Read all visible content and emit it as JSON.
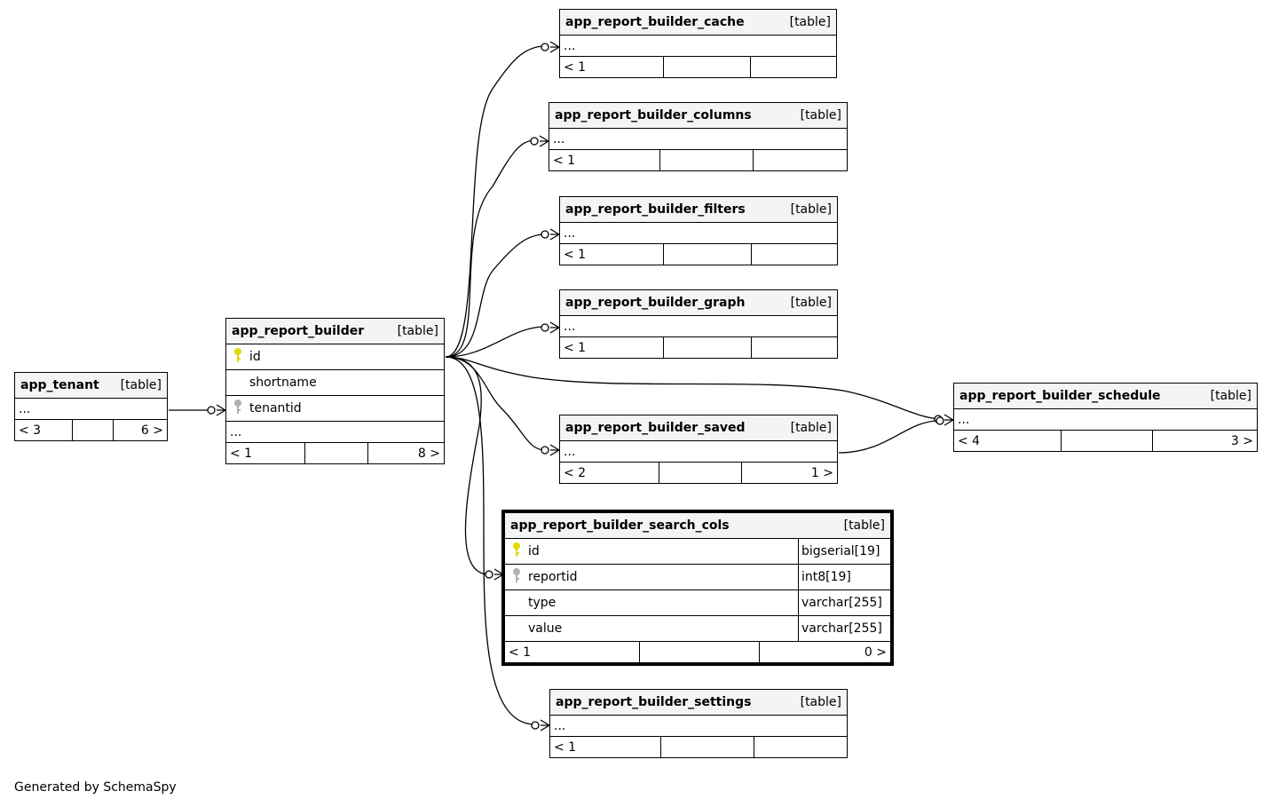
{
  "footer_text": "Generated by SchemaSpy",
  "tag": "[table]",
  "ellipsis": "...",
  "tables": {
    "cache": {
      "name": "app_report_builder_cache",
      "foot_left": "< 1",
      "foot_right": ""
    },
    "columns": {
      "name": "app_report_builder_columns",
      "foot_left": "< 1",
      "foot_right": ""
    },
    "filters": {
      "name": "app_report_builder_filters",
      "foot_left": "< 1",
      "foot_right": ""
    },
    "graph": {
      "name": "app_report_builder_graph",
      "foot_left": "< 1",
      "foot_right": ""
    },
    "builder": {
      "name": "app_report_builder",
      "foot_left": "< 1",
      "foot_right": "8 >",
      "columns": [
        {
          "name": "id",
          "key": "primary"
        },
        {
          "name": "shortname",
          "key": ""
        },
        {
          "name": "tenantid",
          "key": "foreign"
        }
      ]
    },
    "tenant": {
      "name": "app_tenant",
      "foot_left": "< 3",
      "foot_right": "6 >"
    },
    "saved": {
      "name": "app_report_builder_saved",
      "foot_left": "< 2",
      "foot_right": "1 >"
    },
    "schedule": {
      "name": "app_report_builder_schedule",
      "foot_left": "< 4",
      "foot_right": "3 >"
    },
    "search": {
      "name": "app_report_builder_search_cols",
      "foot_left": "< 1",
      "foot_right": "0 >",
      "columns": [
        {
          "name": "id",
          "type": "bigserial[19]",
          "key": "primary"
        },
        {
          "name": "reportid",
          "type": "int8[19]",
          "key": "foreign"
        },
        {
          "name": "type",
          "type": "varchar[255]",
          "key": ""
        },
        {
          "name": "value",
          "type": "varchar[255]",
          "key": ""
        }
      ]
    },
    "settings": {
      "name": "app_report_builder_settings",
      "foot_left": "< 1",
      "foot_right": ""
    }
  },
  "colors": {
    "primary_key": "#e0d800",
    "foreign_key": "#b0b0b0",
    "header_bg": "#f4f4f4",
    "line": "#000000"
  }
}
